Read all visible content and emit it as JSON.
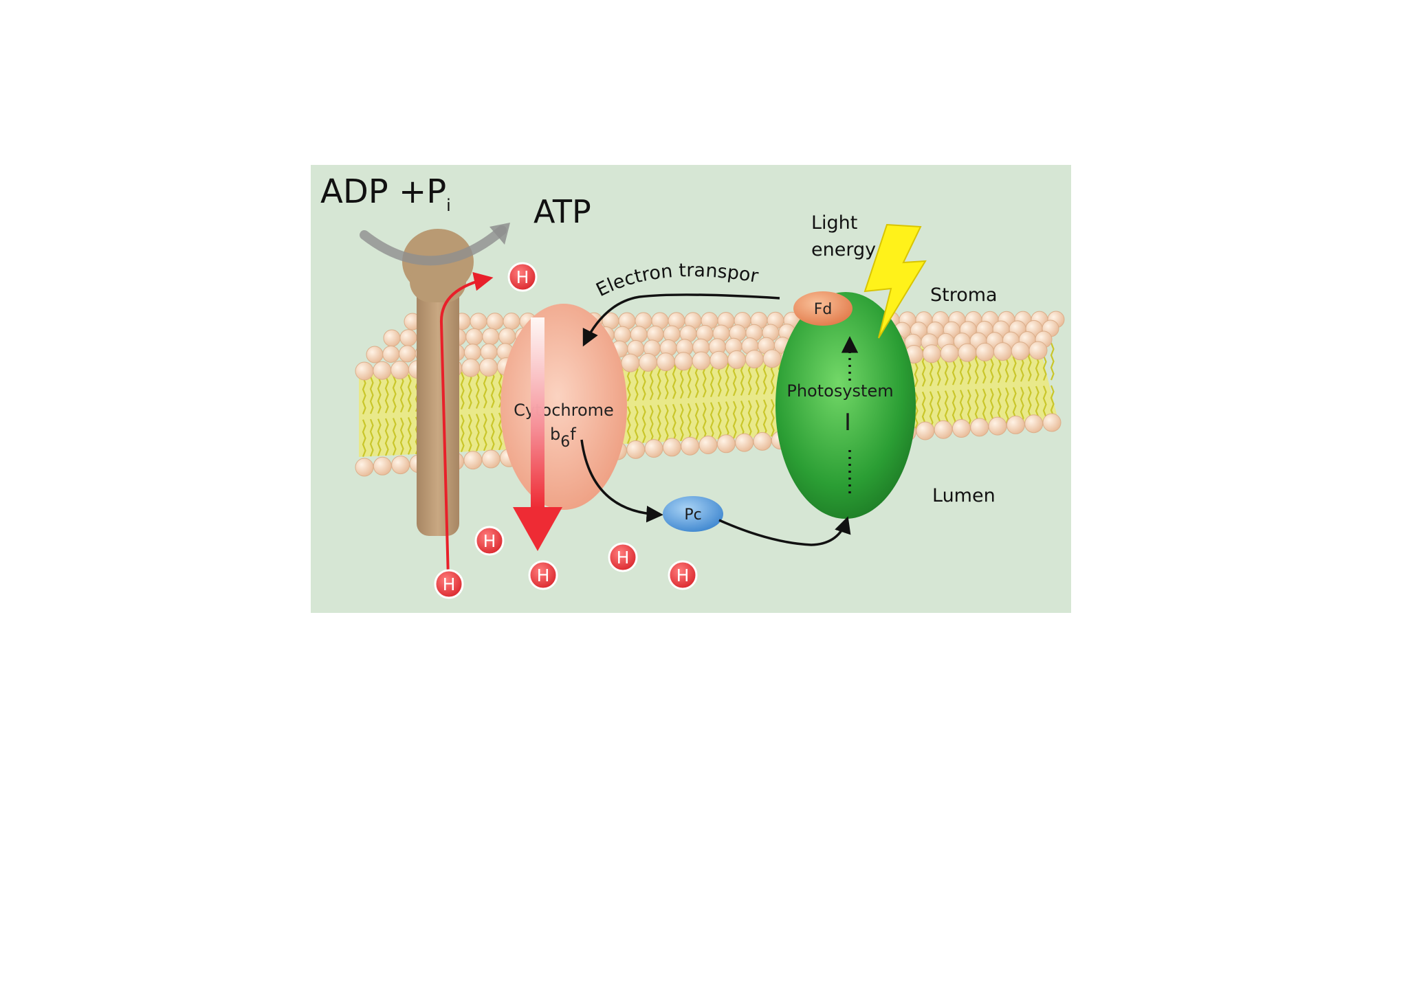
{
  "labels": {
    "adp": "ADP +P",
    "adp_sub": "i",
    "atp": "ATP",
    "light_line1": "Light",
    "light_line2": "energy",
    "stroma": "Stroma",
    "lumen": "Lumen",
    "electron_transport": "Electron transport",
    "fd": "Fd",
    "pc": "Pc",
    "cytochrome_line1": "Cytochrome",
    "cytochrome_b": "b",
    "cytochrome_sub": "6",
    "cytochrome_f": "f",
    "photosystem_line1": "Photosystem",
    "photosystem_line2": "I",
    "proton": "H"
  },
  "colors": {
    "background": "#d6e6d4",
    "membrane_head": "#f6d6bb",
    "membrane_tail": "#d8d84a",
    "atp_synthase": "#b99a73",
    "cytochrome": "#f2a98c",
    "photosystem": "#2fa43b",
    "fd": "#ea8b5e",
    "pc": "#5a9ad8",
    "proton": "#e0353a",
    "lightning": "#fff21a"
  }
}
